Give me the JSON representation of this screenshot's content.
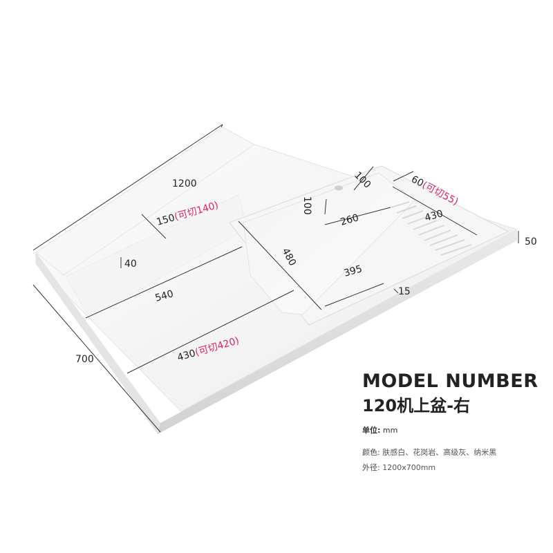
{
  "dimensions": {
    "length": "1200",
    "depth": "700",
    "thickness": "50",
    "splash_height": "40",
    "rear_band": "150",
    "rear_band_cut": "(可切140)",
    "left_deck_depth": "540",
    "front_deck": "430",
    "front_deck_cut": "(可切420)",
    "basin_length": "480",
    "basin_depth": "395",
    "tap_offset_x": "100",
    "tap_offset_y": "100",
    "washboard_left": "260",
    "washboard_length": "430",
    "side_rim": "60",
    "side_rim_cut": "(可切55)",
    "rim_lip": "15"
  },
  "info": {
    "model_label": "MODEL NUMBER",
    "model_value": "120机上盆-右",
    "unit_label": "单位:",
    "unit_value": "mm",
    "color_label": "颜色:",
    "color_value": "肤感白、花岗岩、高级灰、纳米黑",
    "size_label": "外径:",
    "size_value": "1200x700mm"
  },
  "colors": {
    "accent": "#e0245e",
    "text": "#222222",
    "product": "#ffffff"
  }
}
